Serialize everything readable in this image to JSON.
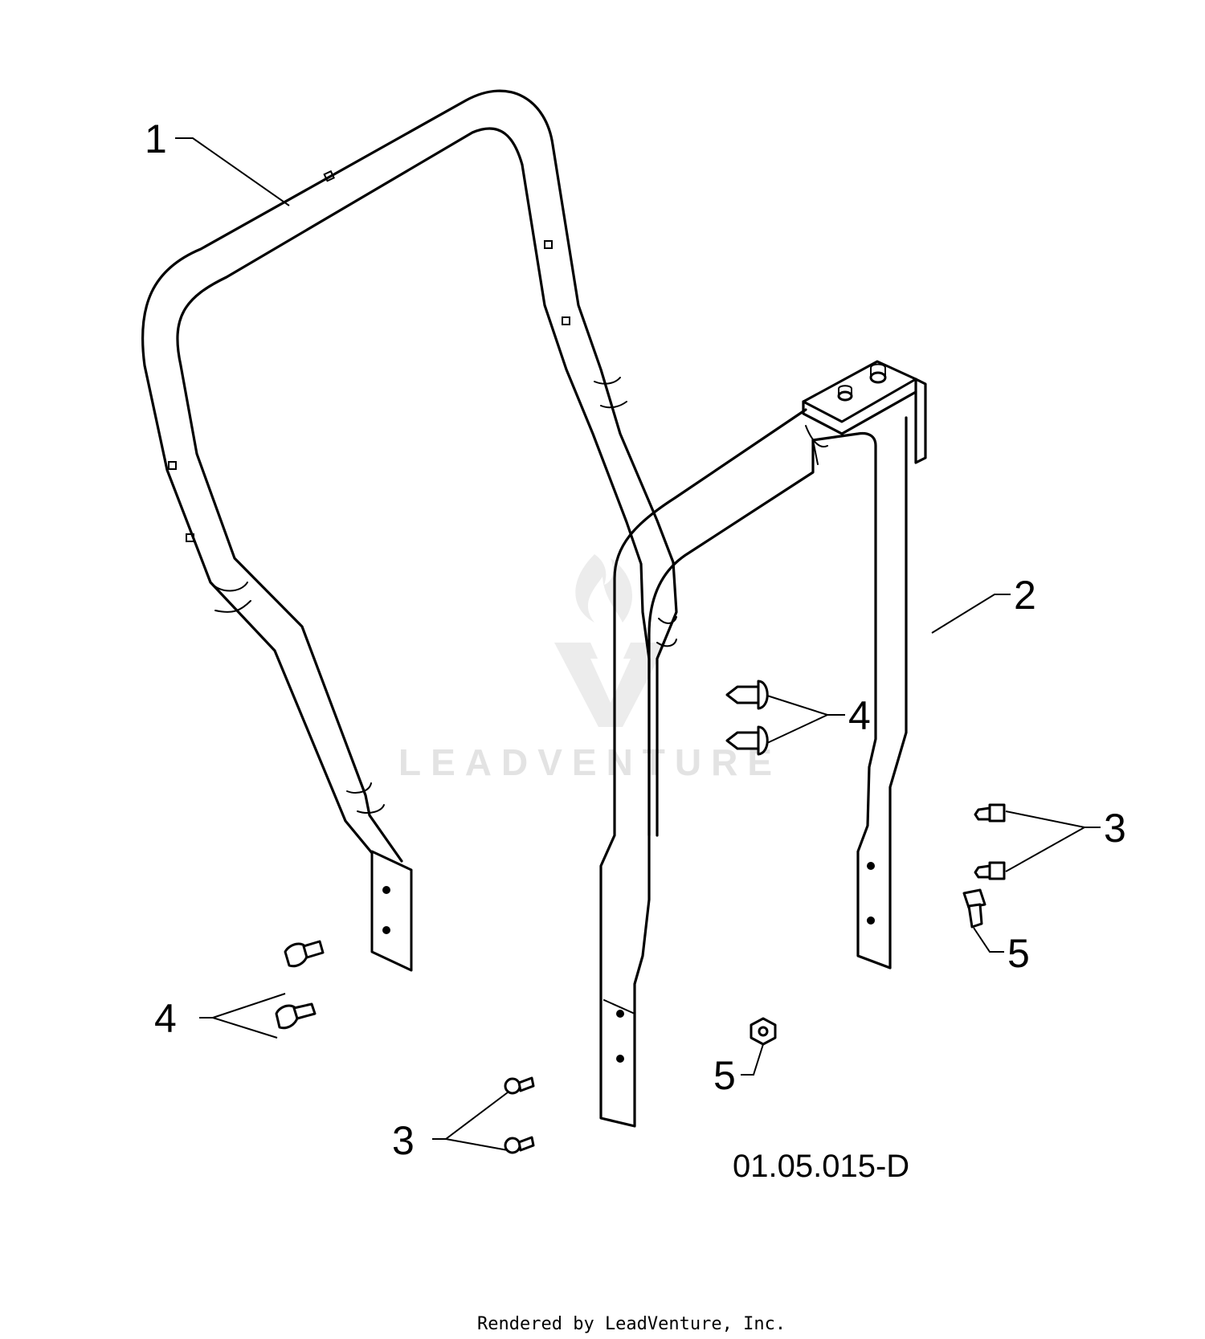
{
  "callouts": {
    "c1": "1",
    "c2": "2",
    "c3a": "3",
    "c3b": "3",
    "c4a": "4",
    "c4b": "4",
    "c5a": "5",
    "c5b": "5"
  },
  "diagram_code": "01.05.015-D",
  "watermark": "LEADVENTURE",
  "credit": "Rendered by LeadVenture, Inc."
}
